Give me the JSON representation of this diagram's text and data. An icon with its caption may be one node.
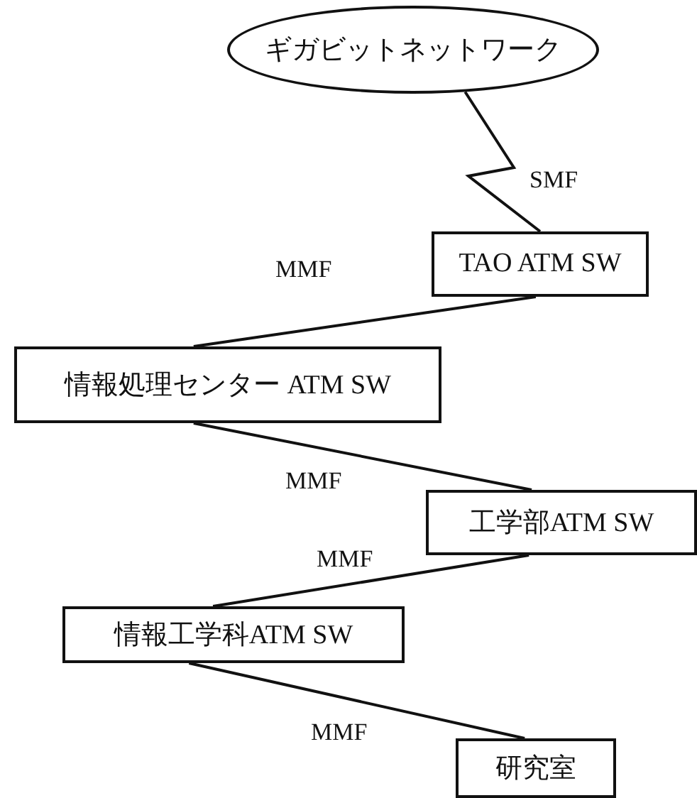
{
  "diagram": {
    "nodes": [
      {
        "text": [
          "ギガビットネットワーク"
        ]
      },
      {
        "text": [
          "TAO ATM SW"
        ]
      },
      {
        "text": [
          "情報処理センター ATM SW"
        ]
      },
      {
        "text": [
          "工学部ATM SW"
        ]
      },
      {
        "text": [
          "情報工学科ATM SW"
        ]
      },
      {
        "text": [
          "研究室"
        ]
      }
    ],
    "edges": [
      {
        "from": 0,
        "to": 1,
        "arrow": "none",
        "label": "SMF"
      },
      {
        "from": 1,
        "to": 2,
        "arrow": "none",
        "label": "MMF"
      },
      {
        "from": 2,
        "to": 3,
        "arrow": "none",
        "label": "MMF"
      },
      {
        "from": 3,
        "to": 4,
        "arrow": "none",
        "label": "MMF"
      },
      {
        "from": 4,
        "to": 5,
        "arrow": "none",
        "label": "MMF"
      }
    ]
  }
}
